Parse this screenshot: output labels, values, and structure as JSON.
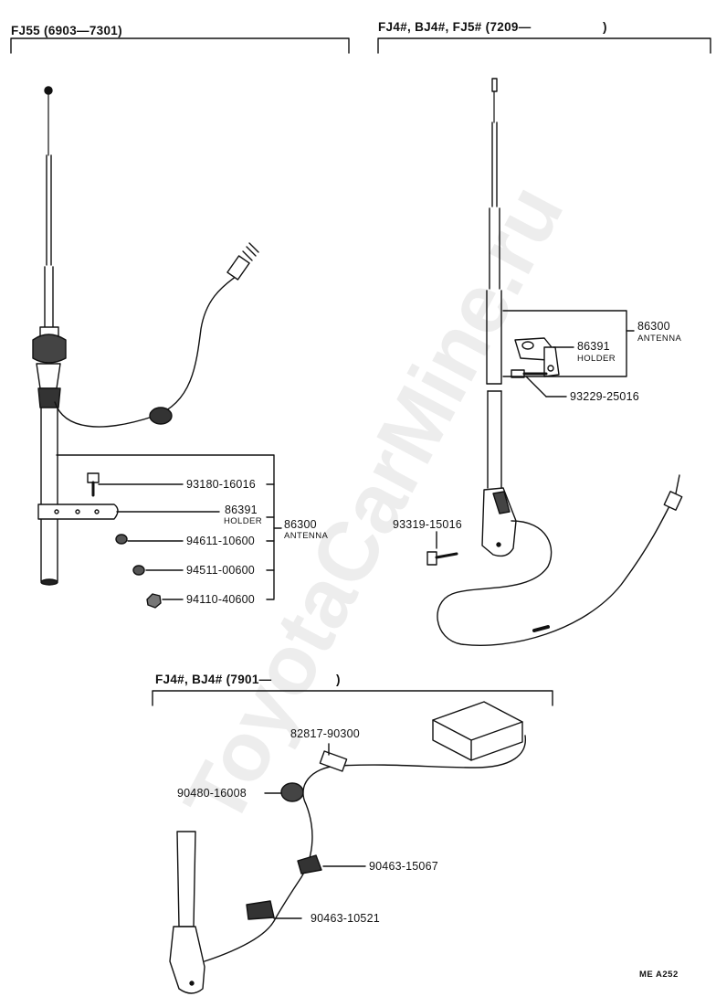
{
  "sections": {
    "fj55": "FJ55 (6903—7301)",
    "fj4_early": "FJ4#, BJ4#, FJ5# (7209—",
    "fj4_early_close": ")",
    "fj4_late": "FJ4#, BJ4# (7901—",
    "fj4_late_close": ")"
  },
  "parts_a": {
    "p93180": "93180-16016",
    "p86391": "86391",
    "holder": "HOLDER",
    "p86300": "86300",
    "antenna": "ANTENNA",
    "p94611": "94611-10600",
    "p94511": "94511-00600",
    "p94110": "94110-40600"
  },
  "parts_b": {
    "p86300": "86300",
    "antenna": "ANTENNA",
    "p86391": "86391",
    "holder": "HOLDER",
    "p93229": "93229-25016",
    "p93319": "93319-15016"
  },
  "parts_c": {
    "p82817": "82817-90300",
    "p90480": "90480-16008",
    "p90463a": "90463-15067",
    "p90463b": "90463-10521"
  },
  "footer": {
    "code": "ME  A252"
  },
  "watermark": "ToyotaCarMine.ru"
}
